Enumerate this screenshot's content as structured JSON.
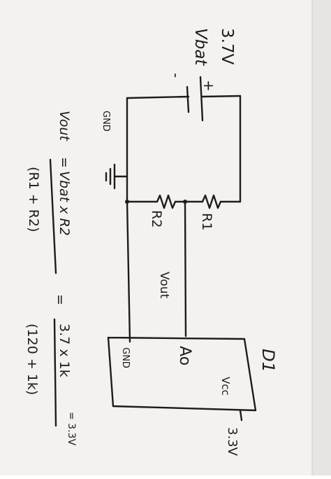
{
  "diagram": {
    "battery": {
      "voltage": "3.7V",
      "name": "Vbat",
      "plus": "+",
      "minus": "-"
    },
    "ground_label": "GND",
    "resistors": {
      "r1": "R1",
      "r2": "R2"
    },
    "vout_label": "Vout",
    "chip": {
      "name": "D1",
      "vcc": "Vcc",
      "ao": "Ao",
      "gnd": "GND",
      "supply": "3.3V"
    },
    "formula": {
      "lhs": "Vout",
      "equals": "=",
      "numerator": "Vbat x R2",
      "denominator": "(R1 + R2)",
      "equals2": "=",
      "num_values": "3.7 x 1k",
      "den_values": "(120 + 1k)",
      "result": "= 3.3V"
    }
  },
  "colors": {
    "paper": "#f3f2f0",
    "ink": "#1c1c1c",
    "fold": "#d9d8d5"
  }
}
